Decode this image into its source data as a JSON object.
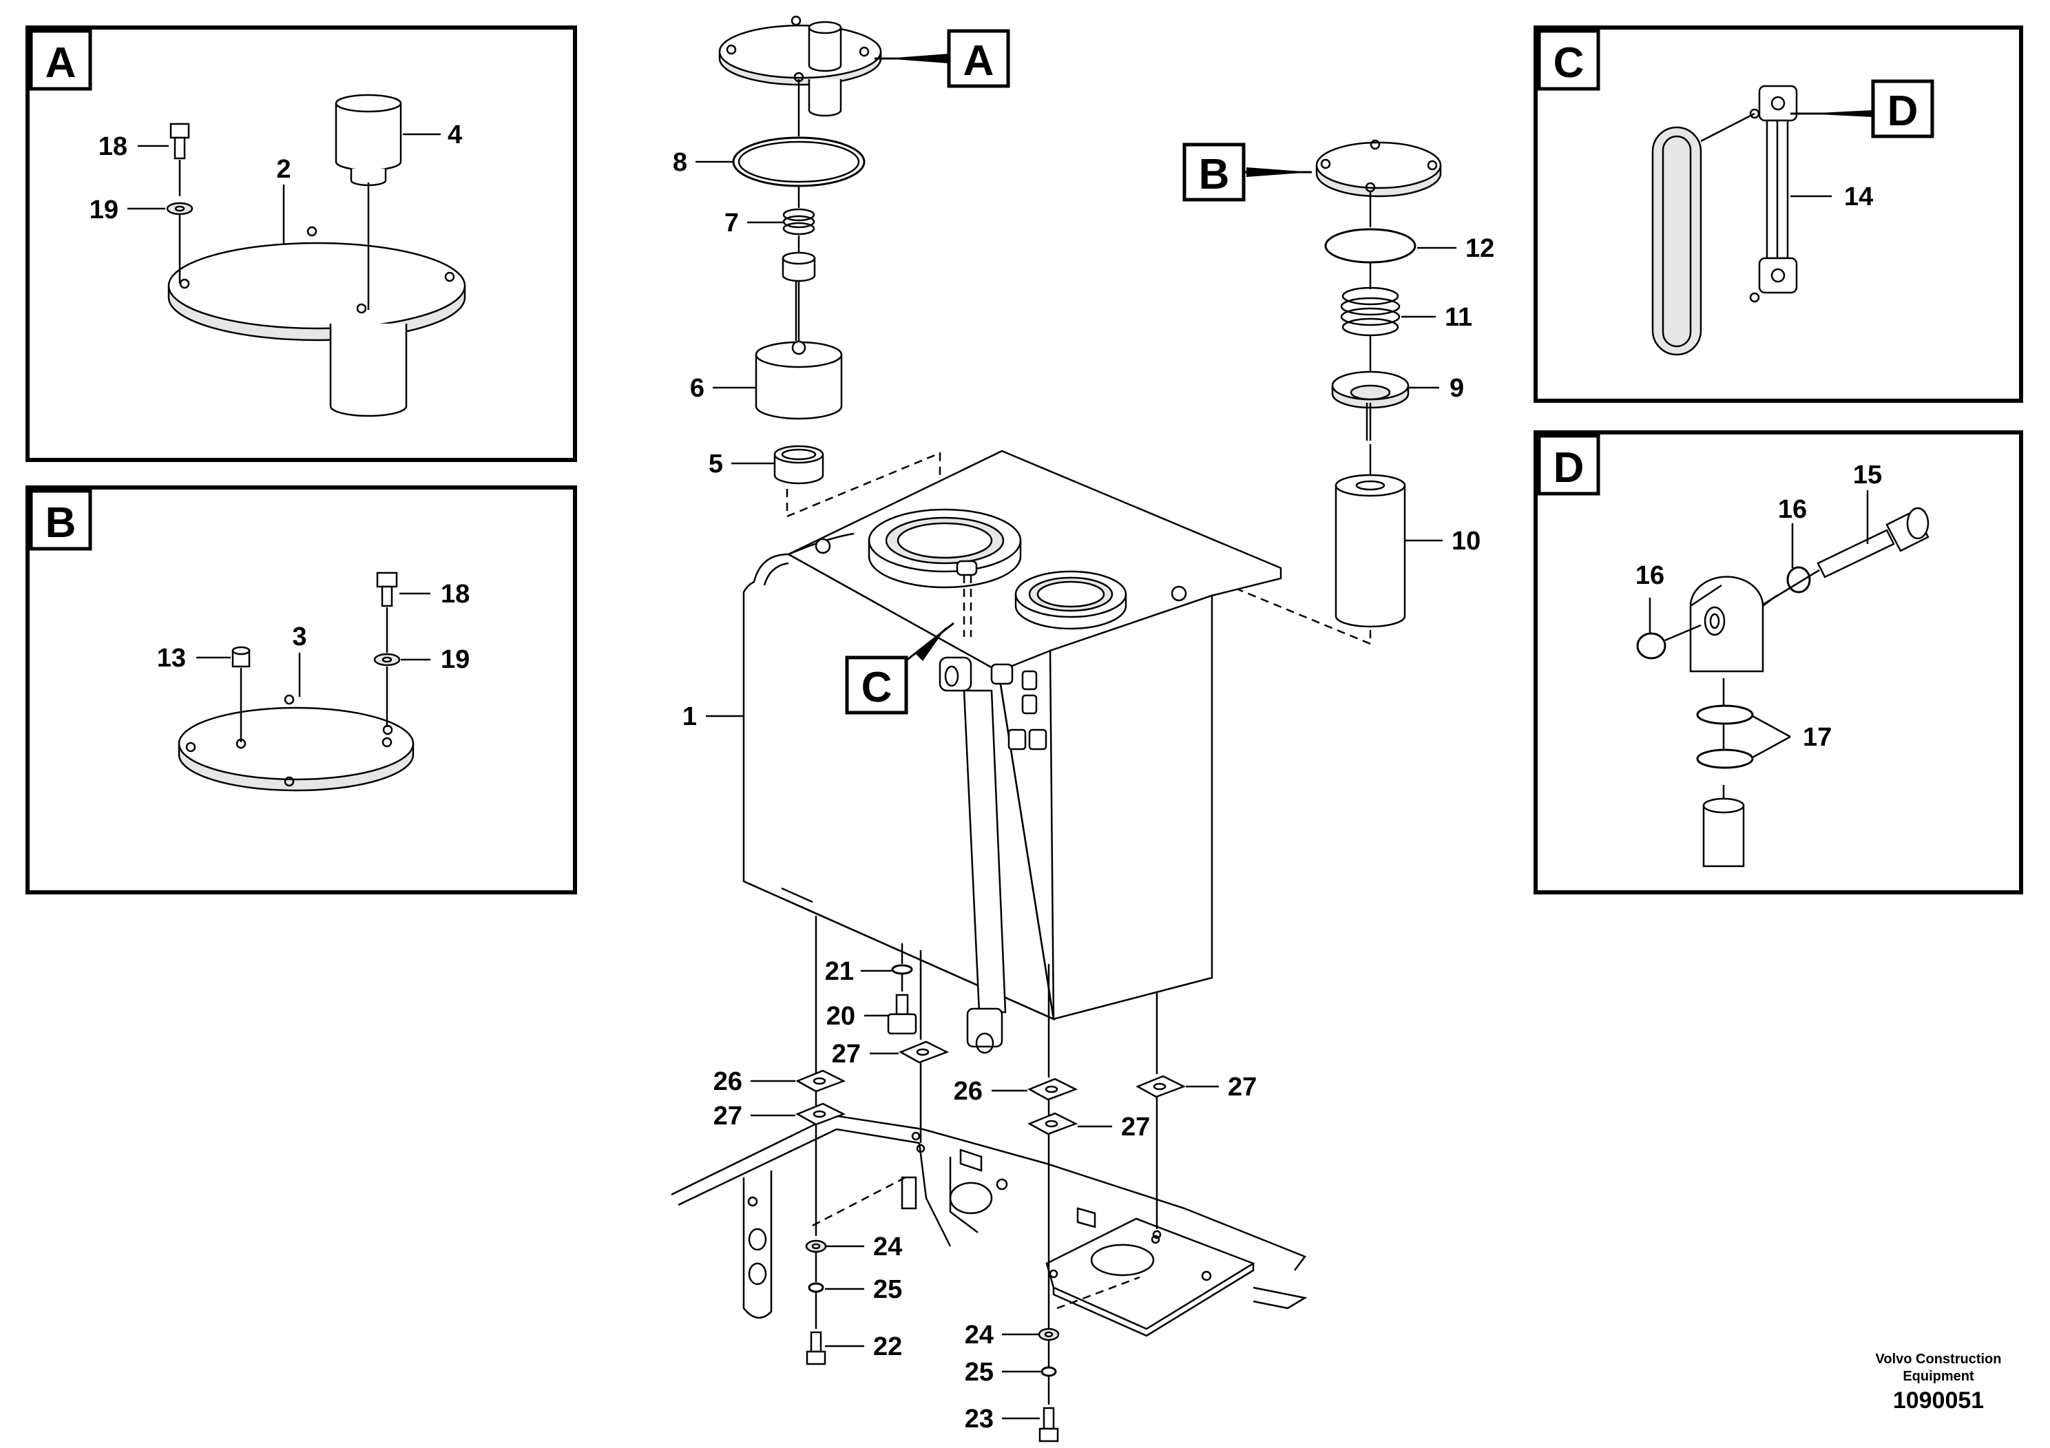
{
  "panels": {
    "A": {
      "tag": "A",
      "parts": [
        "18",
        "4",
        "2",
        "19"
      ]
    },
    "B": {
      "tag": "B",
      "parts": [
        "18",
        "13",
        "3",
        "19"
      ]
    },
    "C": {
      "tag": "C",
      "sub_tag": "D",
      "parts": [
        "14"
      ]
    },
    "D": {
      "tag": "D",
      "parts": [
        "15",
        "16",
        "16",
        "17"
      ]
    }
  },
  "main_tags": {
    "A": "A",
    "B": "B",
    "C": "C"
  },
  "parts": {
    "p1": "1",
    "p5": "5",
    "p6": "6",
    "p7": "7",
    "p8": "8",
    "p9": "9",
    "p10": "10",
    "p11": "11",
    "p12": "12",
    "p20": "20",
    "p21": "21",
    "p22": "22",
    "p23": "23",
    "p24a": "24",
    "p24b": "24",
    "p25a": "25",
    "p25b": "25",
    "p26a": "26",
    "p26b": "26",
    "p27a": "27",
    "p27b": "27",
    "p27c": "27",
    "p27d": "27"
  },
  "footer": {
    "company_line1": "Volvo Construction",
    "company_line2": "Equipment",
    "drawing_number": "1090051"
  }
}
